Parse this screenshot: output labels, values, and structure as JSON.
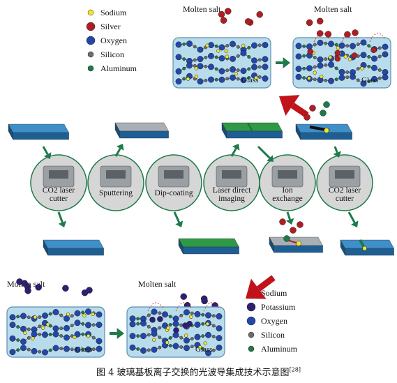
{
  "caption": {
    "text": "图 4  玻璃基板离子交换的光波导集成技术示意图",
    "ref": "[28]"
  },
  "legend_top": {
    "items": [
      {
        "label": "Sodium",
        "color": "#f3e62a"
      },
      {
        "label": "Silver",
        "color": "#b01e23"
      },
      {
        "label": "Oxygen",
        "color": "#2347a8"
      },
      {
        "label": "Silicon",
        "color": "#6d6d6d"
      },
      {
        "label": "Aluminum",
        "color": "#1e7a4a"
      }
    ]
  },
  "legend_bottom": {
    "items": [
      {
        "label": "Sodium",
        "color": "#f3e62a"
      },
      {
        "label": "Potassium",
        "color": "#2e1f73"
      },
      {
        "label": "Oxygen",
        "color": "#2347a8"
      },
      {
        "label": "Silicon",
        "color": "#6d6d6d"
      },
      {
        "label": "Aluminum",
        "color": "#1e7a4a"
      }
    ]
  },
  "top_panels": {
    "molten_salt": "Molten salt",
    "glass": "Glass"
  },
  "bottom_panels": {
    "molten_salt": "Molten salt",
    "glass": "Glass"
  },
  "steps": [
    {
      "label": "CO2 laser\ncutter"
    },
    {
      "label": "Sputtering"
    },
    {
      "label": "Dip-coating"
    },
    {
      "label": "Laser direct\nimaging"
    },
    {
      "label": "Ion\nexchange"
    },
    {
      "label": "CO2 laser\ncutter"
    }
  ],
  "colors": {
    "glass_fill": "#b9dcec",
    "glass_stroke": "#5a8fb3",
    "slab_top": "#3f8fc8",
    "slab_side": "#1d5f95",
    "slab_gray": "#a9b0b5",
    "slab_green": "#2e9a45",
    "arrow_green": "#1e7a4a",
    "arrow_red": "#c0131a"
  }
}
